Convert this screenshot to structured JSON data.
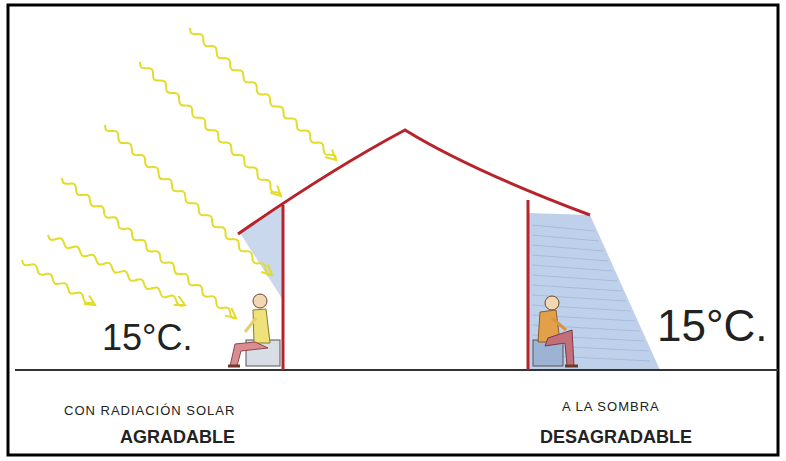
{
  "diagram": {
    "labels": [
      "15°C.",
      "15°C.",
      "CON RADIACIÓN SOLAR",
      "AGRADABLE",
      "A LA SOMBRA",
      "DESAGRADABLE"
    ]
  }
}
